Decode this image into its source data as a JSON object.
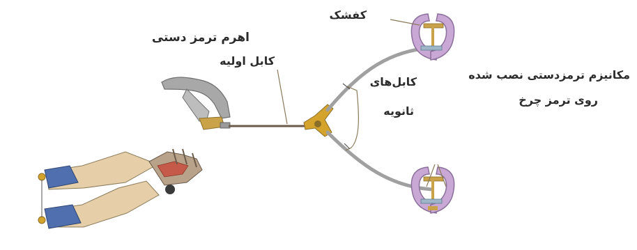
{
  "labels": {
    "hand_lever": "اهرم ترمز دستی",
    "primary_cable": "کابل اولیه",
    "shoe": "کفشک",
    "secondary_cables_line1": "کابل‌های",
    "secondary_cables_line2": "ثانویه",
    "mechanism_line1": "مکانیزم ترمزدستی نصب شده",
    "mechanism_line2": "روی ترمز چرخ"
  },
  "colors": {
    "lever_body": "#a8a8a8",
    "lever_bracket": "#c9a24a",
    "cable": "#6b5a4a",
    "equalizer": "#d4a32c",
    "secondary_cable": "#a0a0a0",
    "drum_lilac": "#c9a8d6",
    "drum_outline": "#8a6f9a",
    "shoe_gold": "#c9a24a",
    "pointer_line": "#8a7a5a",
    "lower_cable_blue": "#4f6fae",
    "lower_boot_tan": "#e6cfa8"
  }
}
